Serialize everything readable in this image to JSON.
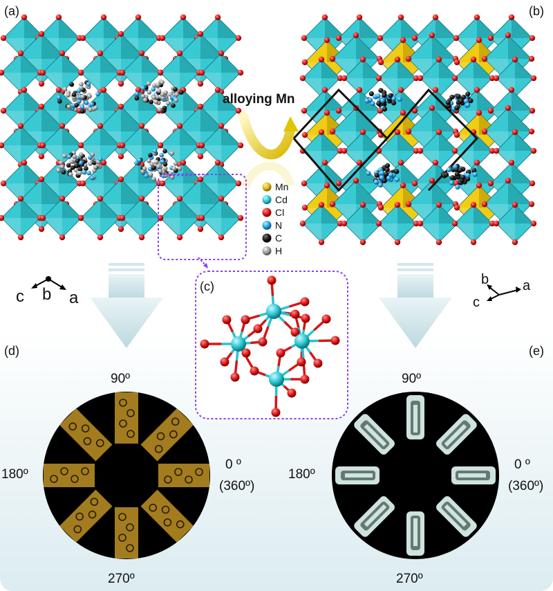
{
  "panels": {
    "a": "(a)",
    "b": "(b)",
    "c": "(c)",
    "d": "(d)",
    "e": "(e)"
  },
  "process_label": "alloying Mn",
  "legend": [
    {
      "label": "Mn",
      "color": "#f2c21a"
    },
    {
      "label": "Cd",
      "color": "#2cc6cf"
    },
    {
      "label": "Cl",
      "color": "#e01b1b"
    },
    {
      "label": "N",
      "color": "#16a3e6"
    },
    {
      "label": "C",
      "color": "#111111"
    },
    {
      "label": "H",
      "color": "#8f8f8f"
    }
  ],
  "axes_left": {
    "c": "c",
    "b": "b",
    "a": "a"
  },
  "axes_right": {
    "b": "b",
    "a": "a",
    "c": "c"
  },
  "angles": {
    "top": "90º",
    "left": "180º",
    "right_1": "0 º",
    "right_2": "(360º)",
    "bottom": "270º"
  },
  "colors": {
    "octahedron_cd": "#39c9d3",
    "octahedron_mn": "#f0cc12",
    "chloride": "#e01b1b",
    "arrow": "#cfe5ea",
    "bottom_panel_bg": "#eef6f8",
    "emission_d": "#b48a22",
    "emission_e": "#d8efea"
  }
}
